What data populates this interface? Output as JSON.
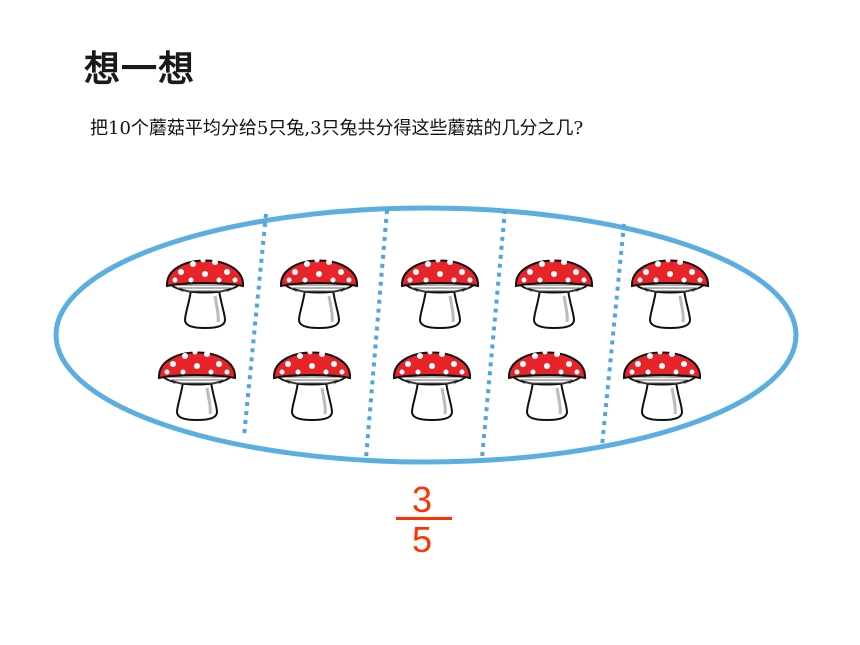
{
  "heading": "想一想",
  "question": "把10个蘑菇平均分给5只兔,3只兔共分得这些蘑菇的几分之几?",
  "fraction": {
    "numerator": "3",
    "denominator": "5"
  },
  "groups": 5,
  "mushrooms_per_group": 2,
  "colors": {
    "ellipse": "#5aaee0",
    "divider": "#4da6e0",
    "cap": "#e8232a",
    "fraction": "#ff3300"
  }
}
